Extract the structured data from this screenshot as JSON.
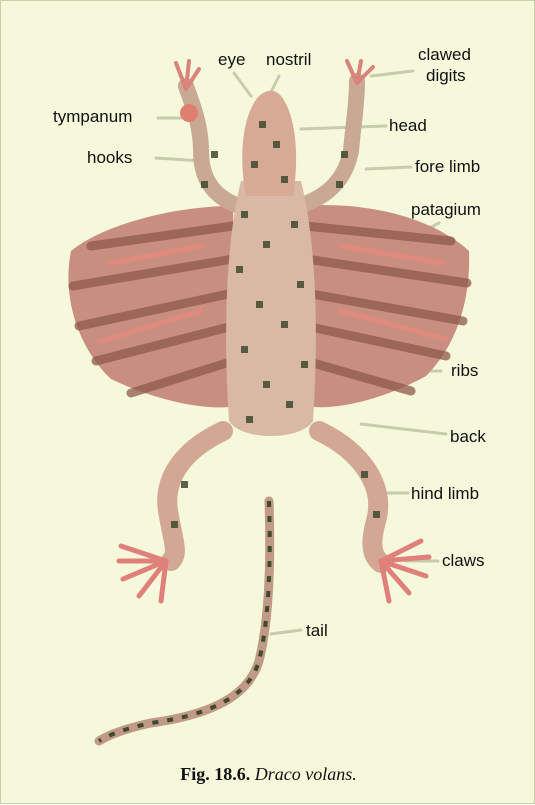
{
  "labels": {
    "eye": "eye",
    "nostril": "nostril",
    "clawed_digits_line1": "clawed",
    "clawed_digits_line2": "digits",
    "tympanum": "tympanum",
    "head": "head",
    "hooks": "hooks",
    "fore_limb": "fore limb",
    "patagium": "patagium",
    "ribs": "ribs",
    "back": "back",
    "hind_limb": "hind limb",
    "claws": "claws",
    "tail": "tail"
  },
  "caption": {
    "number": "Fig. 18.6.",
    "species": "Draco volans."
  },
  "colors": {
    "background": "#f6f8dc",
    "wing": "#c88f80",
    "wing_stripe": "#8f5a4a",
    "body": "#d9b8a4",
    "dark_scale": "#3f4a2f",
    "leader_line": "#c7ccac"
  }
}
